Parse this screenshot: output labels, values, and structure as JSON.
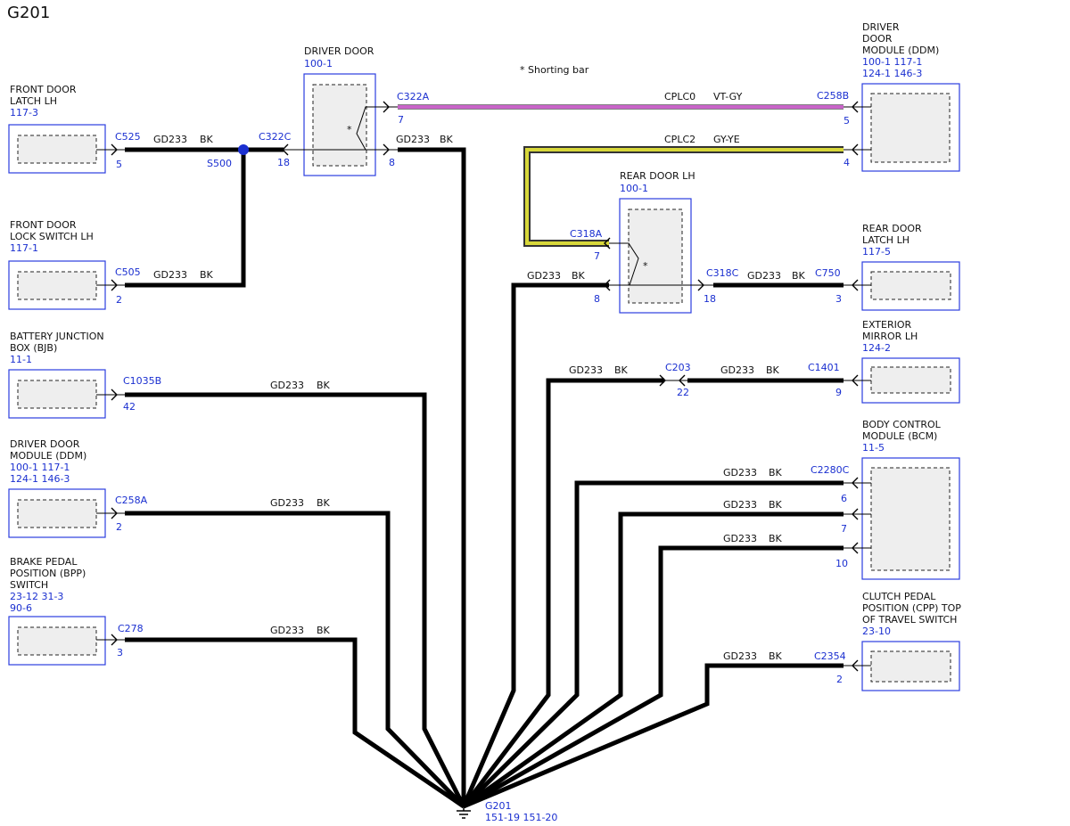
{
  "page_title": "G201",
  "note": "* Shorting bar",
  "circuit": "GD233",
  "color": "BK",
  "components": {
    "front_latch": {
      "l1": "FRONT DOOR",
      "l2": "LATCH LH",
      "l3": "117-3",
      "l4": ""
    },
    "front_lock": {
      "l1": "FRONT DOOR",
      "l2": "LOCK SWITCH LH",
      "l3": "117-1",
      "l4": ""
    },
    "bjb": {
      "l1": "BATTERY JUNCTION",
      "l2": "BOX (BJB)",
      "l3": "11-1",
      "l4": ""
    },
    "ddm_left": {
      "l1": "DRIVER DOOR",
      "l2": "MODULE (DDM)",
      "l3": "100-1   117-1",
      "l4": "124-1   146-3"
    },
    "bpp": {
      "l1": "BRAKE PEDAL",
      "l2": "POSITION (BPP)",
      "l3": "SWITCH",
      "l4": "23-12   31-3",
      "l5": "90-6"
    },
    "driver_door": {
      "l1": "DRIVER DOOR",
      "l2": "100-1"
    },
    "ddm_right": {
      "l1": "DRIVER",
      "l2": "DOOR",
      "l3": "MODULE (DDM)",
      "l4": "100-1   117-1",
      "l5": "124-1   146-3"
    },
    "rear_door": {
      "l1": "REAR DOOR LH",
      "l2": "100-1"
    },
    "rear_latch": {
      "l1": "REAR DOOR",
      "l2": "LATCH LH",
      "l3": "117-5"
    },
    "mirror": {
      "l1": "EXTERIOR",
      "l2": "MIRROR LH",
      "l3": "124-2"
    },
    "bcm": {
      "l1": "BODY CONTROL",
      "l2": "MODULE (BCM)",
      "l3": "11-5"
    },
    "cpp": {
      "l1": "CLUTCH PEDAL",
      "l2": "POSITION (CPP) TOP",
      "l3": "OF TRAVEL SWITCH",
      "l4": "23-10"
    }
  },
  "connectors": {
    "c525": "C525",
    "p525": "5",
    "s500": "S500",
    "c322c": "C322C",
    "p322c": "18",
    "c505": "C505",
    "p505": "2",
    "c1035b": "C1035B",
    "p1035b": "42",
    "c258a": "C258A",
    "p258a": "2",
    "c278": "C278",
    "p278": "3",
    "c322a": "C322A",
    "p322a": "7",
    "p8": "8",
    "c258b": "C258B",
    "p258b5": "5",
    "p258b4": "4",
    "c318a": "C318A",
    "p318a7": "7",
    "p318a8": "8",
    "c318c": "C318C",
    "p318c": "18",
    "c750": "C750",
    "p750": "3",
    "c203": "C203",
    "p203": "22",
    "c1401": "C1401",
    "p1401": "9",
    "c2280c": "C2280C",
    "p2280_6": "6",
    "p2280_7": "7",
    "p2280_10": "10",
    "c2354": "C2354",
    "p2354": "2"
  },
  "wires": {
    "cplc0": "CPLC0",
    "cplc0_color": "VT-GY",
    "cplc2": "CPLC2",
    "cplc2_color": "GY-YE"
  },
  "ground": {
    "name": "G201",
    "ref": "151-19   151-20"
  },
  "colors": {
    "connector_blue": "#1a2fd0",
    "box_outline": "#2b3ee0",
    "wire": "#000000",
    "vt_gy": "#c864c8",
    "gy_ye": "#a8a82c"
  }
}
